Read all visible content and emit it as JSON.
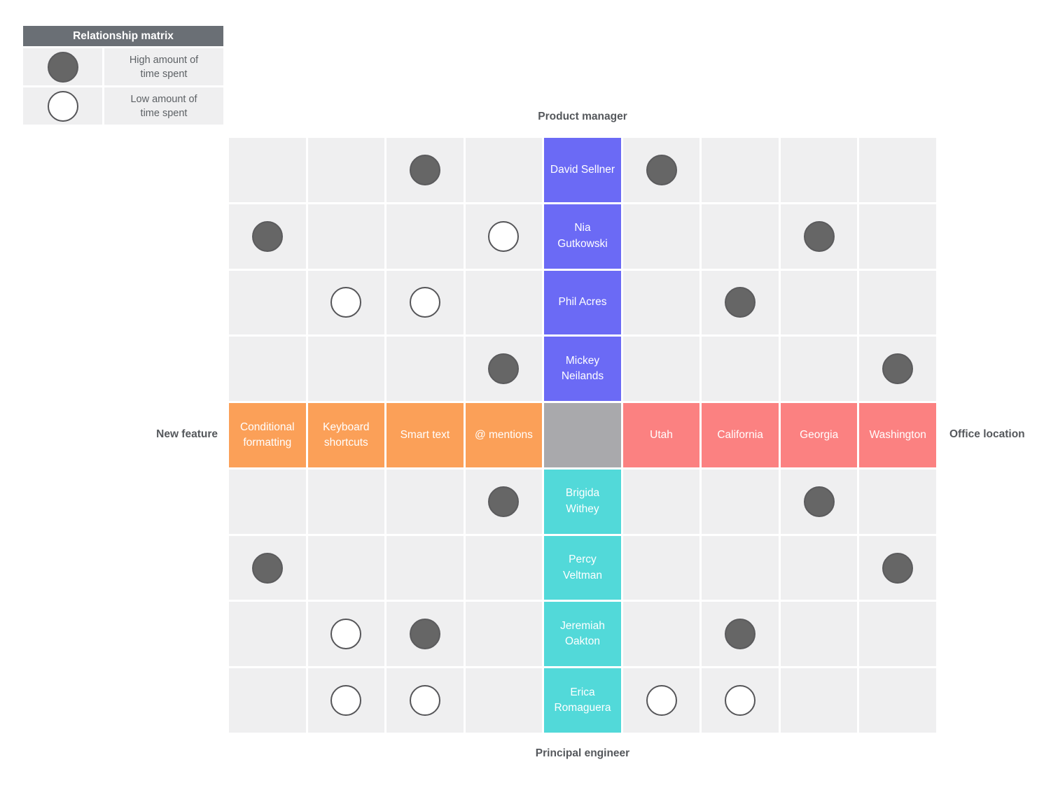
{
  "legend": {
    "title": "Relationship matrix",
    "items": [
      {
        "symbol": "high",
        "label": "High amount of\ntime spent"
      },
      {
        "symbol": "low",
        "label": "Low amount of\ntime spent"
      }
    ]
  },
  "axes": {
    "top": "Product manager",
    "bottom": "Principal engineer",
    "left": "New feature",
    "right": "Office location"
  },
  "matrix": {
    "features": [
      "Conditional formatting",
      "Keyboard shortcuts",
      "Smart text",
      "@ mentions"
    ],
    "locations": [
      "Utah",
      "California",
      "Georgia",
      "Washington"
    ],
    "product_managers": [
      "David Sellner",
      "Nia Gutkowski",
      "Phil Acres",
      "Mickey Neilands"
    ],
    "principal_engineers": [
      "Brigida Withey",
      "Percy Veltman",
      "Jeremiah Oakton",
      "Erica Romaguera"
    ],
    "relationships": [
      {
        "person": "David Sellner",
        "item": "Smart text",
        "amount": "high"
      },
      {
        "person": "David Sellner",
        "item": "Utah",
        "amount": "high"
      },
      {
        "person": "Nia Gutkowski",
        "item": "Conditional formatting",
        "amount": "high"
      },
      {
        "person": "Nia Gutkowski",
        "item": "@ mentions",
        "amount": "low"
      },
      {
        "person": "Nia Gutkowski",
        "item": "Georgia",
        "amount": "high"
      },
      {
        "person": "Phil Acres",
        "item": "Keyboard shortcuts",
        "amount": "low"
      },
      {
        "person": "Phil Acres",
        "item": "Smart text",
        "amount": "low"
      },
      {
        "person": "Phil Acres",
        "item": "California",
        "amount": "high"
      },
      {
        "person": "Mickey Neilands",
        "item": "@ mentions",
        "amount": "high"
      },
      {
        "person": "Mickey Neilands",
        "item": "Washington",
        "amount": "high"
      },
      {
        "person": "Brigida Withey",
        "item": "@ mentions",
        "amount": "high"
      },
      {
        "person": "Brigida Withey",
        "item": "Georgia",
        "amount": "high"
      },
      {
        "person": "Percy Veltman",
        "item": "Conditional formatting",
        "amount": "high"
      },
      {
        "person": "Percy Veltman",
        "item": "Washington",
        "amount": "high"
      },
      {
        "person": "Jeremiah Oakton",
        "item": "Keyboard shortcuts",
        "amount": "low"
      },
      {
        "person": "Jeremiah Oakton",
        "item": "Smart text",
        "amount": "high"
      },
      {
        "person": "Jeremiah Oakton",
        "item": "California",
        "amount": "high"
      },
      {
        "person": "Erica Romaguera",
        "item": "Keyboard shortcuts",
        "amount": "low"
      },
      {
        "person": "Erica Romaguera",
        "item": "Smart text",
        "amount": "low"
      },
      {
        "person": "Erica Romaguera",
        "item": "Utah",
        "amount": "low"
      },
      {
        "person": "Erica Romaguera",
        "item": "California",
        "amount": "low"
      }
    ]
  },
  "colors": {
    "product_manager_cell": "#6B6AF5",
    "principal_engineer_cell": "#52D9D9",
    "feature_cell": "#FBA058",
    "location_cell": "#FB8181",
    "center_cell": "#A9A9AC",
    "empty_cell": "#EFEFF0",
    "legend_header": "#6A6F75",
    "high_marker": "#666666",
    "axis_label_text": "#55585C"
  }
}
